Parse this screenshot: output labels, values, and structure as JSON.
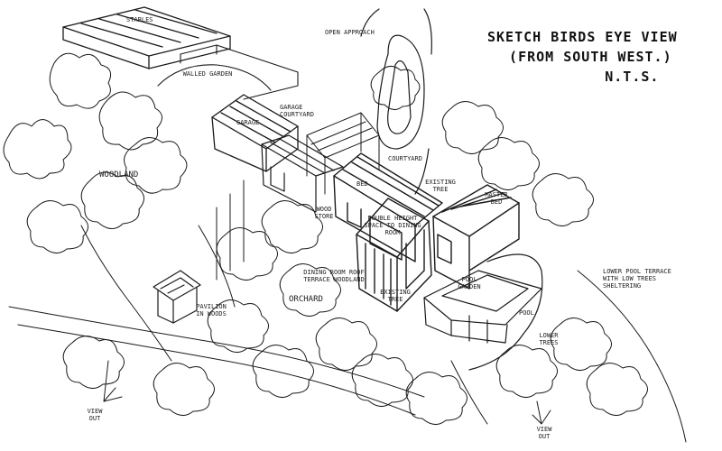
{
  "title": {
    "line1": "SKETCH BIRDS EYE VIEW",
    "line2": "(FROM SOUTH WEST.)",
    "line3": "N.T.S."
  },
  "labels": {
    "stables": "STABLES",
    "walled_garden": "WALLED GARDEN",
    "garage_courtyard": "GARAGE COURTYARD",
    "garage": "GARAGE",
    "open_approach": "OPEN APPROACH",
    "courtyard": "COURTYARD",
    "woodland": "WOODLAND",
    "bed": "BED",
    "existing_tree_top": "EXISTING TREE",
    "master_bed": "MASTER BED",
    "wood_store": "WOOD STORE",
    "double_height_space": "DOUBLE HEIGHT SPACE TO DINING ROOM",
    "dining_room": "DINING ROOM ROOF TERRACE WOODLAND",
    "orchard": "ORCHARD",
    "existing_tree_mid": "EXISTING TREE",
    "pool": "POOL",
    "pool_garden": "POOL GARDEN",
    "lower_pool_terrace": "LOWER POOL TERRACE WITH LOW TREES SHELTERING",
    "pavilion": "PAVILION IN WOODS",
    "lower_trees": "LOWER TREES",
    "view_out_left": "VIEW OUT",
    "view_out_right": "VIEW OUT"
  }
}
